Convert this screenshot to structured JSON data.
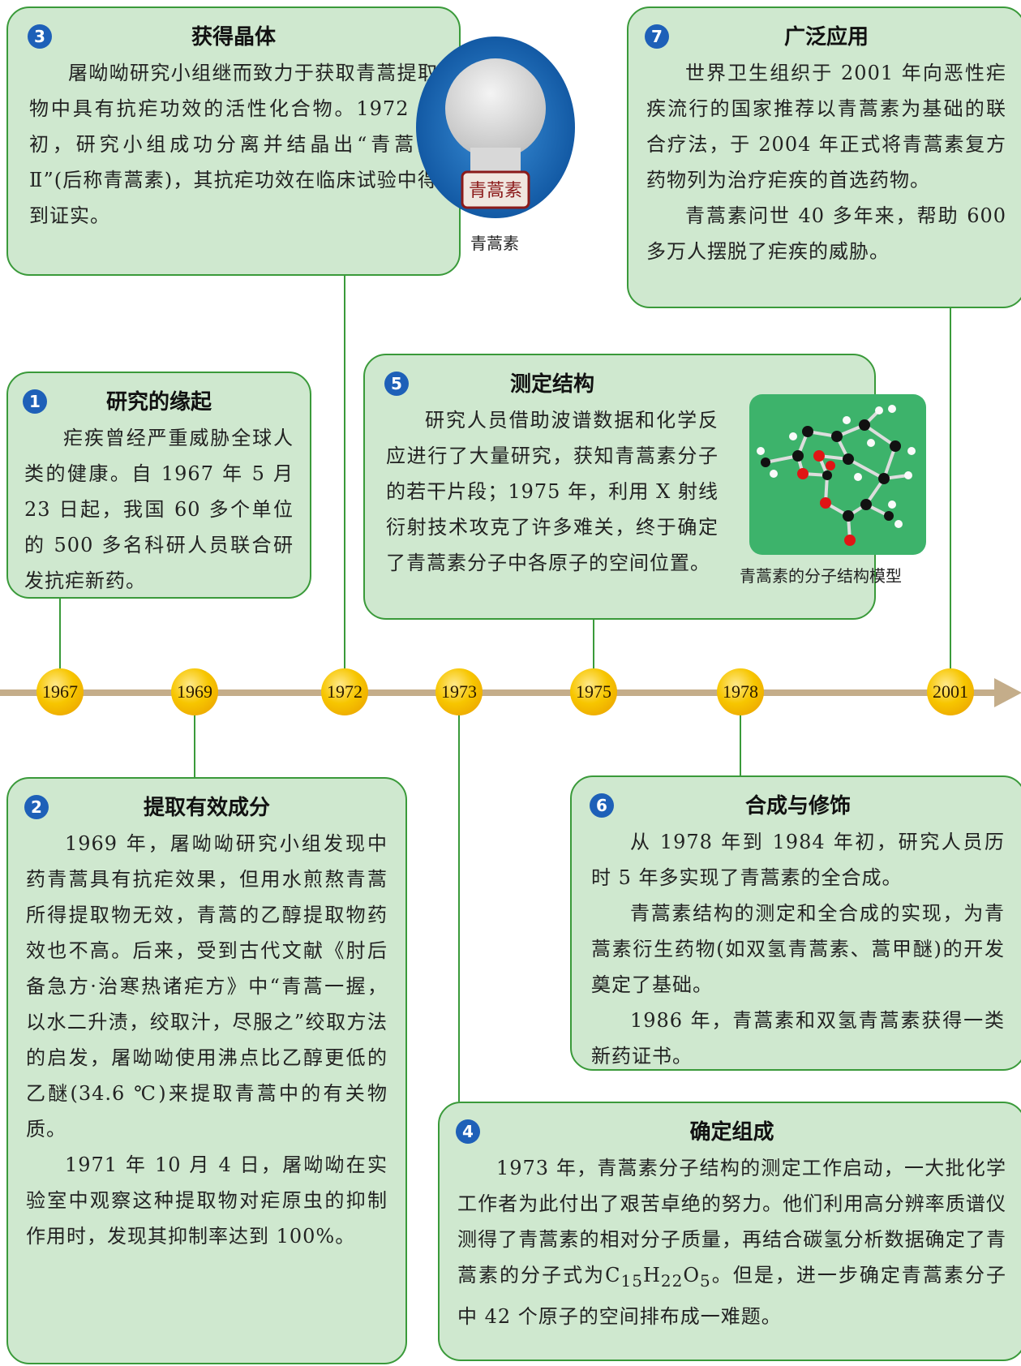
{
  "timeline": {
    "years": [
      "1967",
      "1969",
      "1972",
      "1973",
      "1975",
      "1978",
      "2001"
    ]
  },
  "cards": {
    "c3": {
      "num": "3",
      "title": "获得晶体",
      "paras": [
        "屠呦呦研究小组继而致力于获取青蒿提取物中具有抗疟功效的活性化合物。1972 年初，研究小组成功分离并结晶出“青蒿素Ⅱ”(后称青蒿素)，其抗疟功效在临床试验中得到证实。"
      ]
    },
    "c7": {
      "num": "7",
      "title": "广泛应用",
      "paras": [
        "世界卫生组织于 2001 年向恶性疟疾流行的国家推荐以青蒿素为基础的联合疗法，于 2004 年正式将青蒿素复方药物列为治疗疟疾的首选药物。",
        "青蒿素问世 40 多年来，帮助 600 多万人摆脱了疟疾的威胁。"
      ]
    },
    "c1": {
      "num": "1",
      "title": "研究的缘起",
      "paras": [
        "疟疾曾经严重威胁全球人类的健康。自 1967 年 5 月 23 日起，我国 60 多个单位的 500 多名科研人员联合研发抗疟新药。"
      ]
    },
    "c5": {
      "num": "5",
      "title": "测定结构",
      "paras": [
        "研究人员借助波谱数据和化学反应进行了大量研究，获知青蒿素分子的若干片段；1975 年，利用 X 射线衍射技术攻克了许多难关，终于确定了青蒿素分子中各原子的空间位置。"
      ]
    },
    "c2": {
      "num": "2",
      "title": "提取有效成分",
      "paras": [
        "1969 年，屠呦呦研究小组发现中药青蒿具有抗疟效果，但用水煎熬青蒿所得提取物无效，青蒿的乙醇提取物药效也不高。后来，受到古代文献《肘后备急方·治寒热诸疟方》中“青蒿一握，以水二升渍，绞取汁，尽服之”绞取方法的启发，屠呦呦使用沸点比乙醇更低的乙醚(34.6 ℃)来提取青蒿中的有关物质。",
        "1971 年 10 月 4 日，屠呦呦在实验室中观察这种提取物对疟原虫的抑制作用时，发现其抑制率达到 100%。"
      ]
    },
    "c6": {
      "num": "6",
      "title": "合成与修饰",
      "paras": [
        "从 1978 年到 1984 年初，研究人员历时 5 年多实现了青蒿素的全合成。",
        "青蒿素结构的测定和全合成的实现，为青蒿素衍生药物(如双氢青蒿素、蒿甲醚)的开发奠定了基础。",
        "1986 年，青蒿素和双氢青蒿素获得一类新药证书。"
      ]
    },
    "c4": {
      "num": "4",
      "title": "确定组成",
      "para_a": "1973 年，青蒿素分子结构的测定工作启动，一大批化学工作者为此付出了艰苦卓绝的努力。他们利用高分辨率质谱仪测得了青蒿素的相对分子质量，再结合碳氢分析数据确定了青蒿素的分子式为",
      "formula": {
        "c": "C",
        "c_sub": "15",
        "h": "H",
        "h_sub": "22",
        "o": "O",
        "o_sub": "5"
      },
      "para_b": "。但是，进一步确定青蒿素分子中 42 个原子的空间排布成一难题。"
    }
  },
  "images": {
    "crystal_caption": "青蒿素",
    "crystal_label": "青蒿素",
    "model_caption": "青蒿素的分子结构模型"
  }
}
